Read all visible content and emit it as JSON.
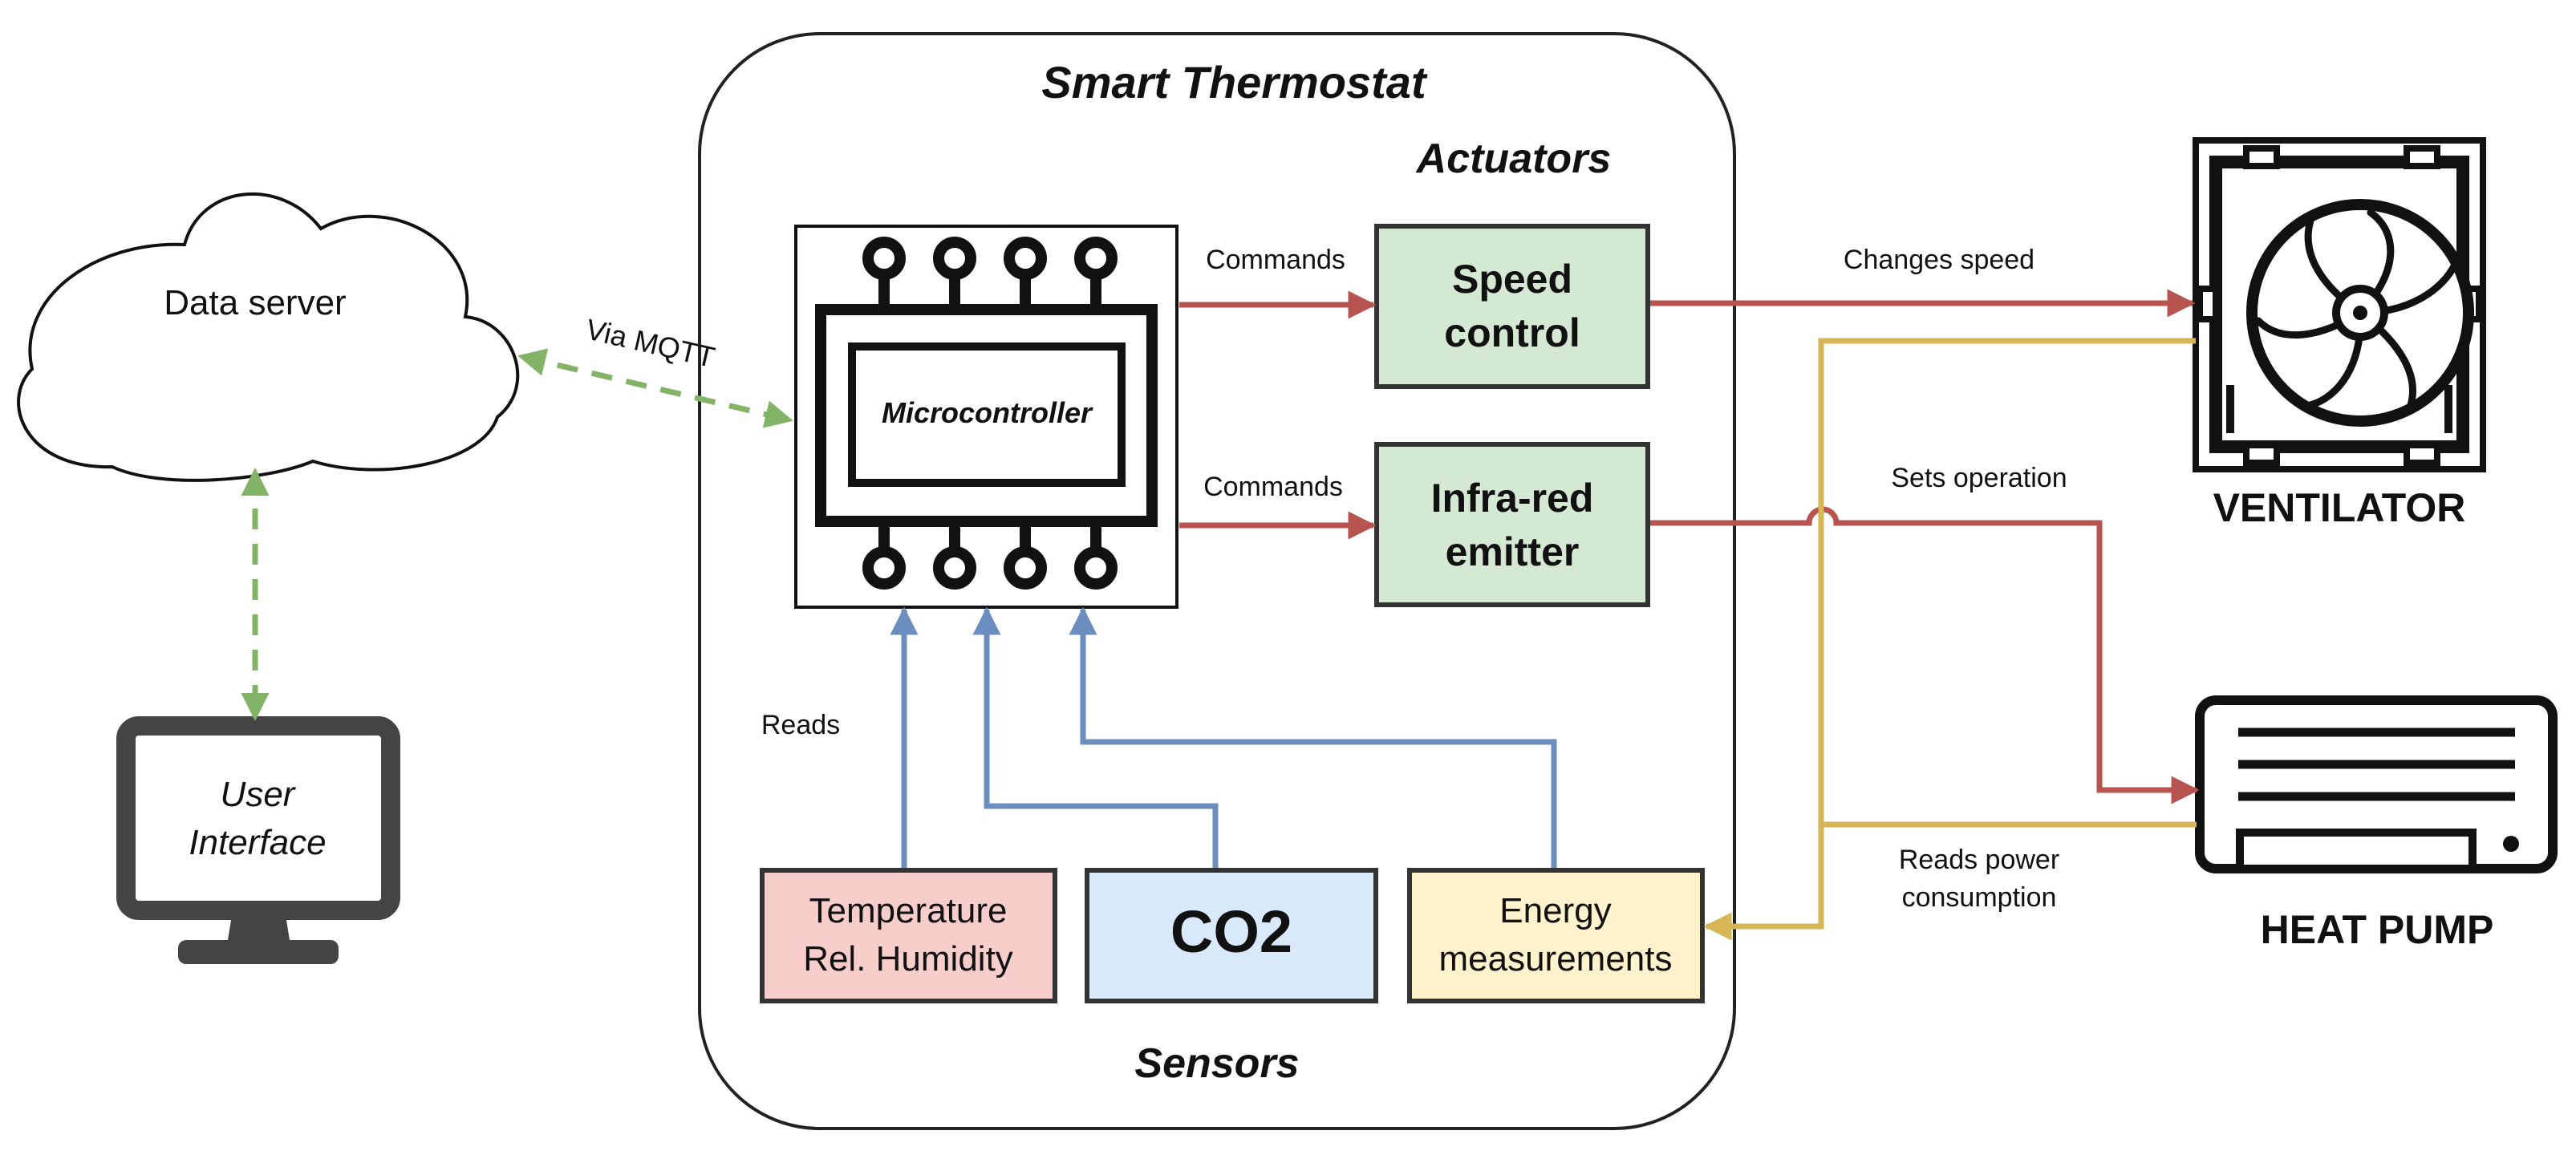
{
  "thermostat": {
    "title": "Smart Thermostat",
    "actuators_label": "Actuators",
    "sensors_label": "Sensors",
    "microcontroller_label": "Microcontroller"
  },
  "external": {
    "data_server": "Data server",
    "via_mqtt": "Via MQTT",
    "user_interface_line1": "User",
    "user_interface_line2": "Interface",
    "ventilator": "VENTILATOR",
    "heat_pump": "HEAT PUMP"
  },
  "actuators": {
    "speed_line1": "Speed",
    "speed_line2": "control",
    "ir_line1": "Infra-red",
    "ir_line2": "emitter"
  },
  "sensors": {
    "temp_line1": "Temperature",
    "temp_line2": "Rel. Humidity",
    "co2": "CO2",
    "energy_line1": "Energy",
    "energy_line2": "measurements"
  },
  "edges": {
    "commands_1": "Commands",
    "commands_2": "Commands",
    "changes_speed": "Changes speed",
    "sets_operation": "Sets operation",
    "reads": "Reads",
    "reads_power_line1": "Reads power",
    "reads_power_line2": "consumption"
  },
  "colors": {
    "command_arrow": "#b85450",
    "sensor_arrow": "#6c8ebf",
    "power_arrow": "#d6b656",
    "mqtt_arrow": "#82b366",
    "actuator_fill": "#d5e8d4",
    "temp_fill": "#f8cecc",
    "co2_fill": "#dae8fc",
    "energy_fill": "#fff2cc"
  }
}
